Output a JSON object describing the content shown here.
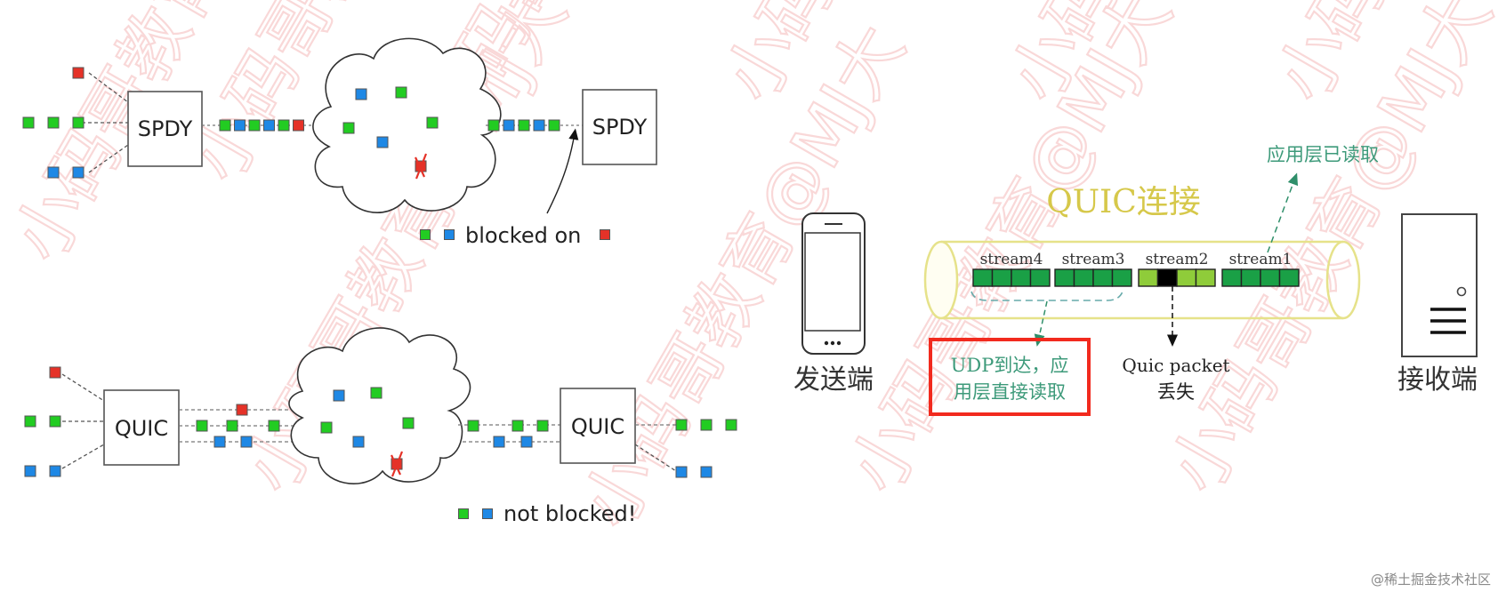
{
  "colors": {
    "green": "#22cc22",
    "blue": "#1e88e5",
    "red": "#e53228",
    "dark_green": "#1aa046",
    "light_green": "#8fcc3a",
    "lost_black": "#000000",
    "tube": "#e6e28a",
    "title_yellow": "#d6c84a",
    "teal_text": "#3d9a7a",
    "highlight_red": "#f22a1e",
    "watermark": "#f6c8c8"
  },
  "left_panel": {
    "spdy": {
      "sender_label": "SPDY",
      "receiver_label": "SPDY",
      "input_streams": [
        {
          "color": "red",
          "count": 1
        },
        {
          "color": "green",
          "count": 3
        },
        {
          "color": "blue",
          "count": 2
        }
      ],
      "link_in_packets": [
        "green",
        "blue",
        "green",
        "blue",
        "green",
        "red"
      ],
      "cloud_packets": [
        "blue",
        "green",
        "green",
        "green",
        "blue",
        "red-lost"
      ],
      "link_out_packets": [
        "green",
        "blue",
        "green",
        "blue",
        "green"
      ],
      "caption": "blocked on",
      "caption_prefix_colors": [
        "green",
        "blue"
      ],
      "caption_suffix_color": "red"
    },
    "quic": {
      "sender_label": "QUIC",
      "receiver_label": "QUIC",
      "input_streams": [
        {
          "color": "red",
          "count": 1
        },
        {
          "color": "green",
          "count": 2
        },
        {
          "color": "blue",
          "count": 2
        }
      ],
      "cloud_packets": [
        "blue",
        "green",
        "green",
        "green",
        "blue",
        "red-lost"
      ],
      "output_streams": [
        {
          "color": "green",
          "count": 3
        },
        {
          "color": "blue",
          "count": 2
        }
      ],
      "caption": "not blocked!",
      "caption_prefix_colors": [
        "green",
        "blue"
      ]
    }
  },
  "right_panel": {
    "title": "QUIC连接",
    "sender_label": "发送端",
    "receiver_label": "接收端",
    "streams": [
      {
        "label": "stream4",
        "state": "arrived"
      },
      {
        "label": "stream3",
        "state": "arrived"
      },
      {
        "label": "stream2",
        "state": "packet-lost"
      },
      {
        "label": "stream1",
        "state": "read"
      }
    ],
    "read_note": "应用层已读取",
    "udp_note_line1": "UDP到达，应",
    "udp_note_line2": "用层直接读取",
    "lost_note_line1": "Quic packet",
    "lost_note_line2": "丢失"
  },
  "footer": {
    "credit": "@稀土掘金技术社区"
  },
  "watermark": {
    "text": "小码哥教育@MJ大"
  }
}
